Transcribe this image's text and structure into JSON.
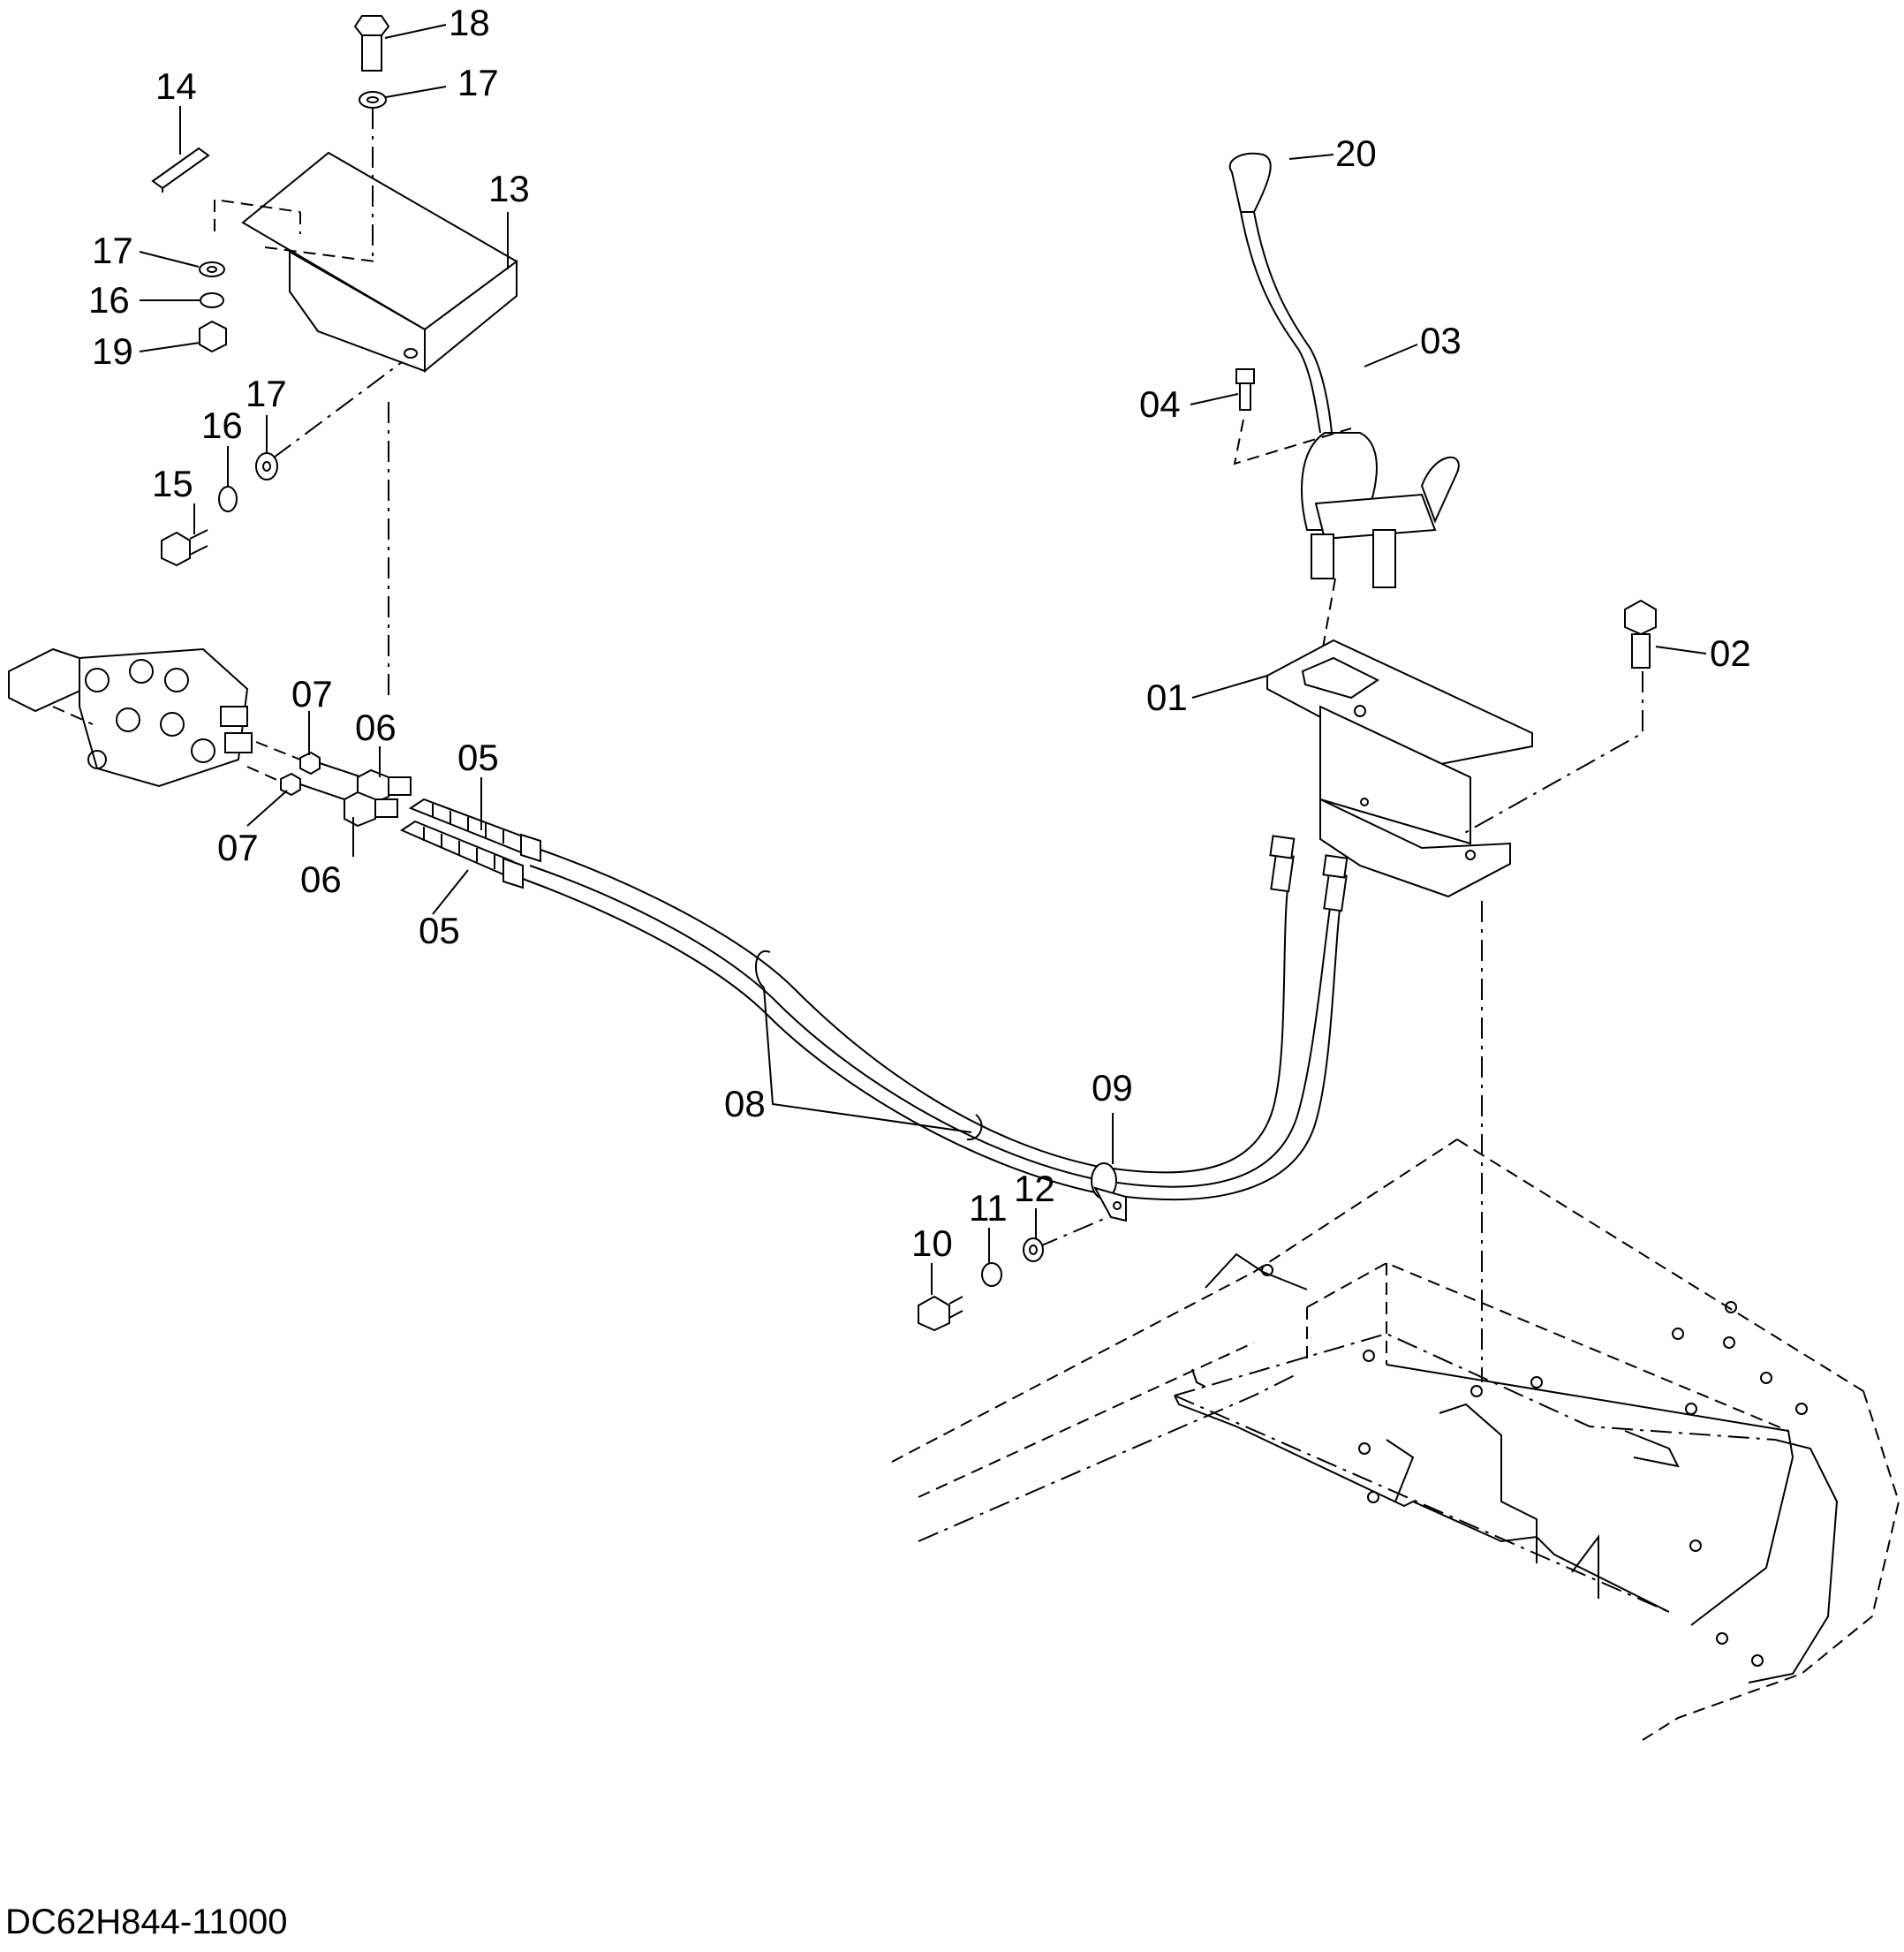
{
  "drawing_code": "DC62H844-11000",
  "callouts": {
    "c01": "01",
    "c02": "02",
    "c03": "03",
    "c04": "04",
    "c05a": "05",
    "c05b": "05",
    "c06a": "06",
    "c06b": "06",
    "c07a": "07",
    "c07b": "07",
    "c08": "08",
    "c09": "09",
    "c10": "10",
    "c11": "11",
    "c12": "12",
    "c13": "13",
    "c14": "14",
    "c15": "15",
    "c16a": "16",
    "c16b": "16",
    "c17a": "17",
    "c17b": "17",
    "c17c": "17",
    "c18": "18",
    "c19": "19",
    "c20": "20"
  }
}
